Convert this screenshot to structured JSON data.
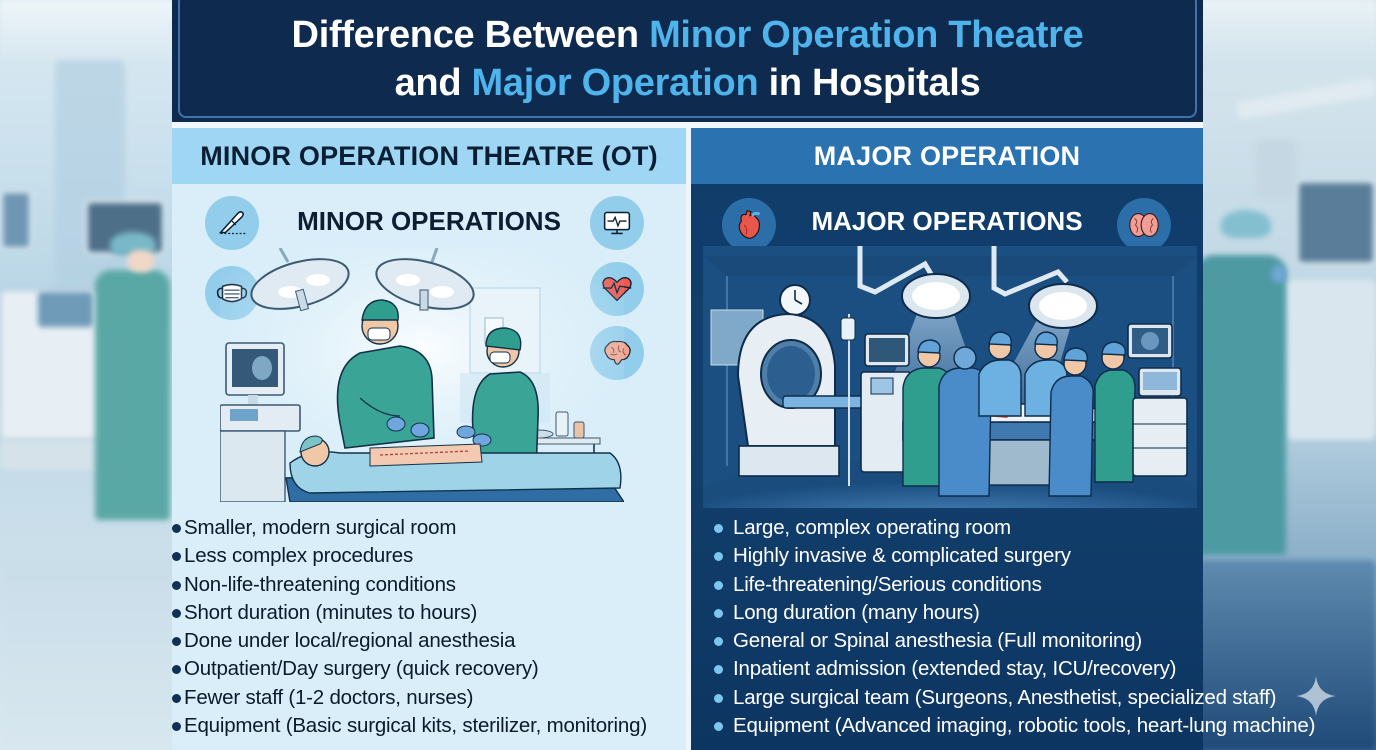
{
  "title": {
    "line1_prefix": "Difference Between ",
    "line1_highlight": "Minor Operation Theatre",
    "line2_prefix": "and ",
    "line2_highlight": "Major Operation",
    "line2_suffix": " in Hospitals"
  },
  "colors": {
    "title_bg": "#0e2a4e",
    "title_highlight": "#4fb3ec",
    "minor_header_bg": "#9ed6f3",
    "minor_panel_bg": "#d9eef9",
    "major_header_bg": "#2a72b0",
    "major_panel_bg": "#0f3c6a",
    "minor_bullet": "#0f2f55",
    "major_bullet": "#7cc7f0"
  },
  "minor": {
    "header": "MINOR OPERATION THEATRE (OT)",
    "subtitle": "MINOR OPERATIONS",
    "icons": [
      "scalpel-icon",
      "face-mask-icon",
      "heart-monitor-icon",
      "heartbeat-heart-icon",
      "brain-icon"
    ],
    "illustration": "surgeon and nurse operating on patient under two surgical lights, with monitor and instrument table",
    "bullets": [
      "Smaller, modern surgical room",
      "Less complex procedures",
      "Non-life-threatening conditions",
      "Short duration (minutes to hours)",
      "Done under local/regional anesthesia",
      "Outpatient/Day surgery (quick recovery)",
      "Fewer staff (1-2 doctors, nurses)",
      "Equipment (Basic surgical kits, sterilizer, monitoring)"
    ]
  },
  "major": {
    "header": "MAJOR OPERATION",
    "subtitle": "MAJOR OPERATIONS",
    "icons": [
      "anatomical-heart-icon",
      "brain-icon"
    ],
    "illustration": "large surgical team around operating table with CT scanner, IV stand, anesthesia machine, monitors, wall clock and two surgical lights",
    "bullets": [
      "Large, complex operating room",
      "Highly invasive & complicated surgery",
      "Life-threatening/Serious conditions",
      "Long duration (many hours)",
      "General or Spinal anesthesia (Full monitoring)",
      "Inpatient admission (extended stay, ICU/recovery)",
      "Large surgical team (Surgeons, Anesthetist, specialized staff)",
      "Equipment (Advanced imaging, robotic tools, heart-lung machine)"
    ]
  }
}
